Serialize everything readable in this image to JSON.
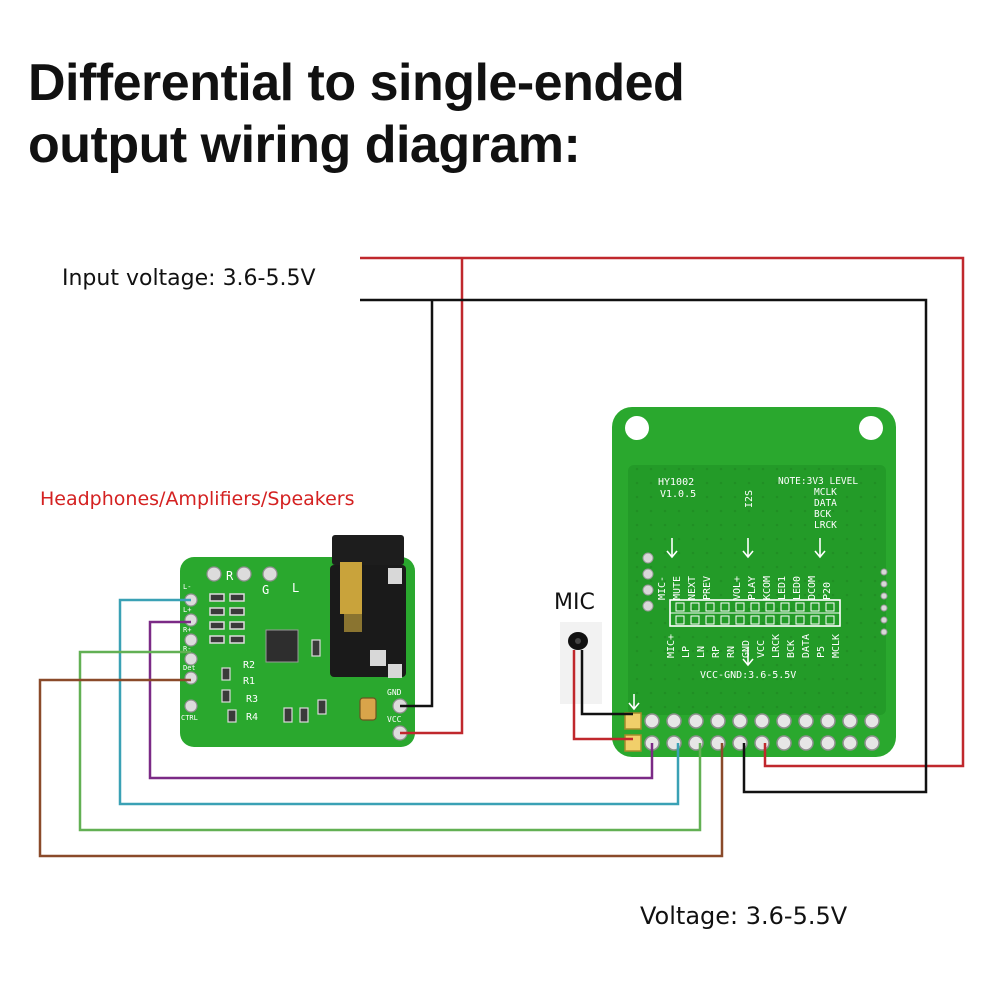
{
  "title_lines": [
    "Differential to single-ended",
    "output wiring diagram:"
  ],
  "input_voltage_label": "Input voltage: 3.6-5.5V",
  "output_device_label": "Headphones/Amplifiers/Speakers",
  "mic_label": "MIC",
  "voltage_label": "Voltage: 3.6-5.5V",
  "small_board": {
    "top_labels": [
      "R",
      "G",
      "L"
    ],
    "pin_labels": [
      "L-",
      "L+",
      "R+",
      "R-",
      "Det",
      "CTRL"
    ],
    "resistor_labels": [
      "R2",
      "R1",
      "R3",
      "R4"
    ],
    "power_labels": [
      "GND",
      "VCC"
    ]
  },
  "main_board": {
    "model": "HY1002",
    "version": "V1.0.5",
    "i2s_label": "I2S",
    "note_lines": [
      "NOTE:3V3 LEVEL",
      "MCLK",
      "DATA",
      "BCK",
      "LRCK"
    ],
    "upper_row_labels": [
      "MIC-",
      "MUTE",
      "NEXT",
      "PREV",
      "VOL+",
      "PLAY",
      "KCOM",
      "LED1",
      "LED0",
      "DCOM",
      "P20"
    ],
    "lower_row_labels": [
      "MIC+",
      "LP",
      "LN",
      "RP",
      "RN",
      "GND",
      "VCC",
      "LRCK",
      "BCK",
      "DATA",
      "P5",
      "MCLK"
    ],
    "supply_text": "VCC-GND:3.6-5.5V"
  },
  "colors": {
    "wire_red": "#c0282d",
    "wire_black": "#111111",
    "wire_purple": "#7b2a86",
    "wire_cyan": "#3aa1b5",
    "wire_green": "#62b054",
    "wire_brown": "#8a4a2a",
    "pcb_green": "#2aa82e",
    "output_label_red": "#d42121"
  }
}
